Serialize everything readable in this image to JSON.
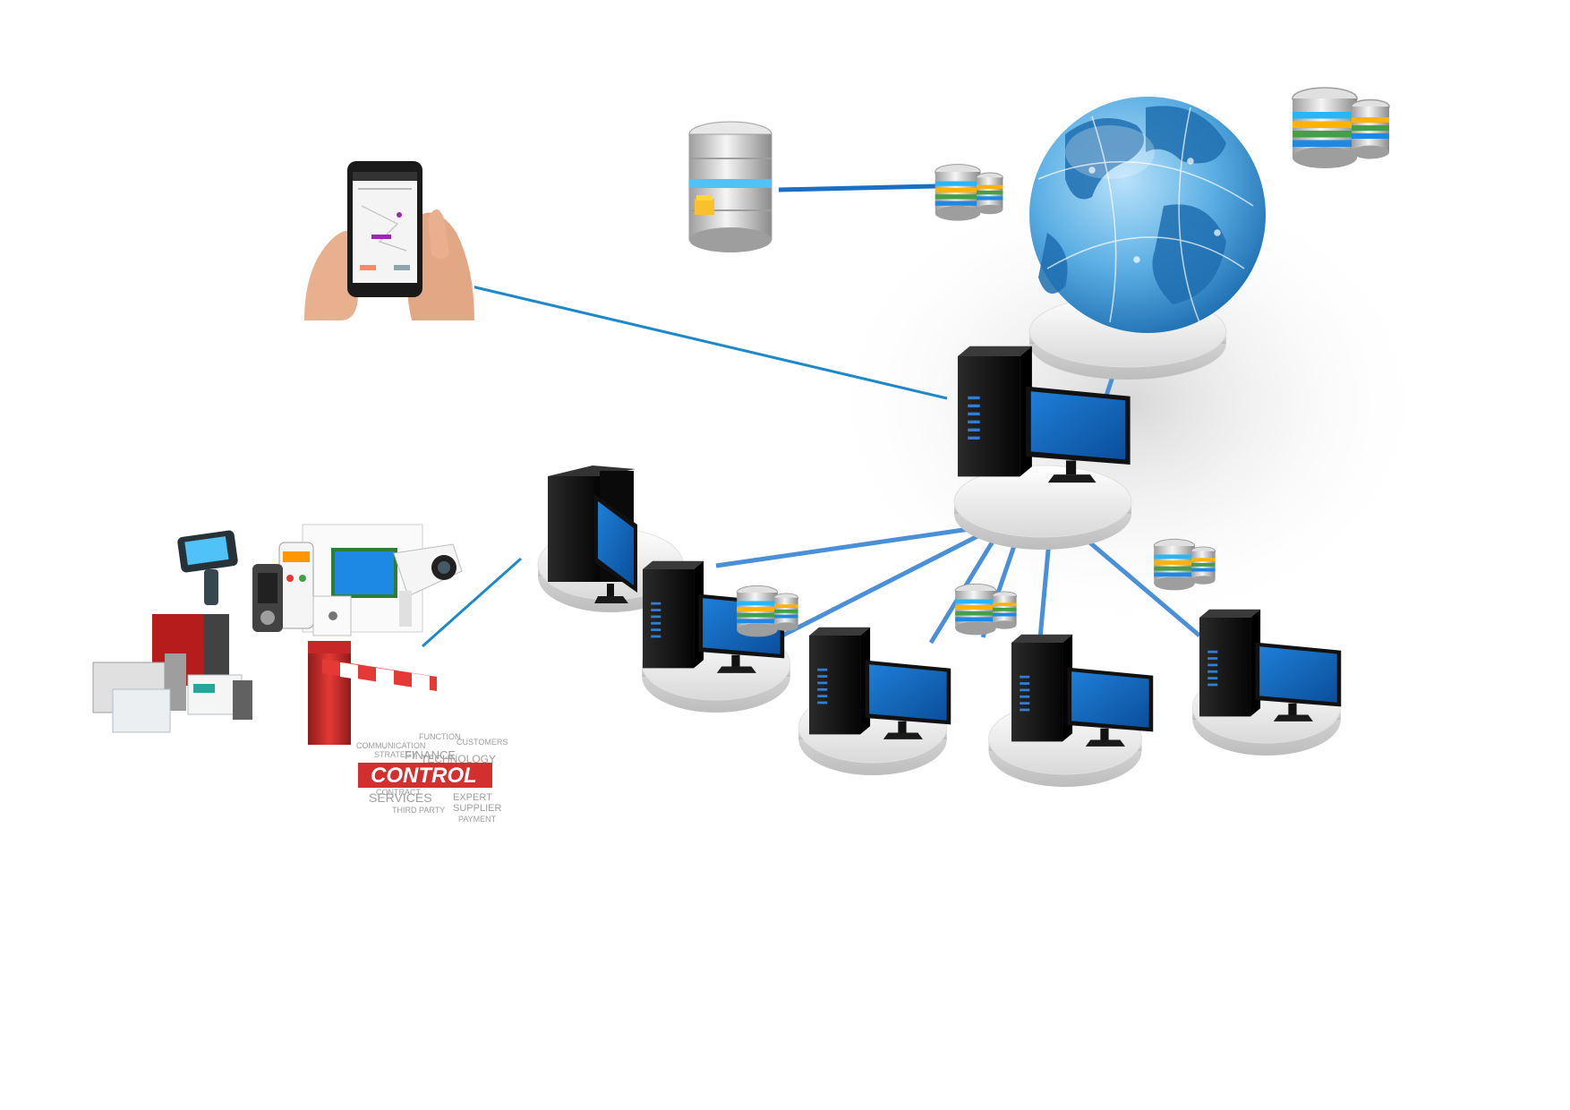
{
  "control_collage": {
    "banner_label": "CONTROL",
    "word_cloud": [
      "COMMUNICATION",
      "FUNCTION",
      "CUSTOMERS",
      "STRATEGY",
      "FINANCE",
      "TECHNOLOGY",
      "EXPERT",
      "SUPPLIER",
      "SERVICES",
      "THIRD PARTY",
      "PAYMENT",
      "CONTRACT"
    ]
  },
  "colors": {
    "link_line": "#1e88c8",
    "lan_line": "#4a90d9",
    "monitor_screen": "#1565c0",
    "tower": "#111111",
    "platform": "#eeeeee",
    "globe_ocean": "#4fa3db",
    "globe_land": "#1f6fb0",
    "control_banner": "#d32f2f"
  },
  "icons": [
    "smartphone-in-hands-icon",
    "database-server-icon",
    "database-stack-icon",
    "globe-icon",
    "workstation-icon",
    "security-devices-collage-icon",
    "barrier-gate-icon",
    "plc-controller-icon"
  ]
}
